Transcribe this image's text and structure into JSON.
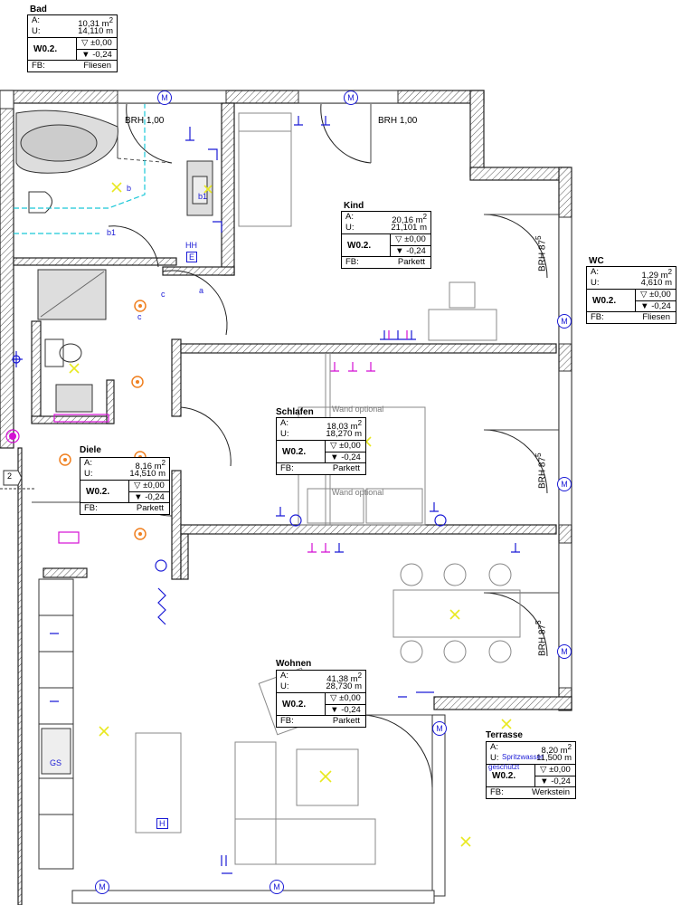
{
  "rooms": {
    "bad": {
      "name": "Bad",
      "area": "10,31",
      "perimeter": "14,110",
      "code": "W0.2.",
      "level_top": "±0,00",
      "level_bottom": "-0,24",
      "floor": "Fliesen",
      "area_unit": "m",
      "area_exp": "2",
      "perim_unit": "m"
    },
    "kind": {
      "name": "Kind",
      "area": "20,16",
      "perimeter": "21,101",
      "code": "W0.2.",
      "level_top": "±0,00",
      "level_bottom": "-0,24",
      "floor": "Parkett",
      "area_unit": "m",
      "area_exp": "2",
      "perim_unit": "m"
    },
    "wc": {
      "name": "WC",
      "area": "1,29",
      "perimeter": "4,610",
      "code": "W0.2.",
      "level_top": "±0,00",
      "level_bottom": "-0,24",
      "floor": "Fliesen",
      "area_unit": "m",
      "area_exp": "2",
      "perim_unit": "m"
    },
    "schlafen": {
      "name": "Schlafen",
      "area": "18,03",
      "perimeter": "18,270",
      "code": "W0.2.",
      "level_top": "±0,00",
      "level_bottom": "-0,24",
      "floor": "Parkett",
      "area_unit": "m",
      "area_exp": "2",
      "perim_unit": "m"
    },
    "diele": {
      "name": "Diele",
      "area": "8,16",
      "perimeter": "14,510",
      "code": "W0.2.",
      "level_top": "±0,00",
      "level_bottom": "-0,24",
      "floor": "Parkett",
      "area_unit": "m",
      "area_exp": "2",
      "perim_unit": "m"
    },
    "wohnen": {
      "name": "Wohnen",
      "area": "41,38",
      "perimeter": "28,730",
      "code": "W0.2.",
      "level_top": "±0,00",
      "level_bottom": "-0,24",
      "floor": "Parkett",
      "area_unit": "m",
      "area_exp": "2",
      "perim_unit": "m"
    },
    "terrasse": {
      "name": "Terrasse",
      "area": "8,20",
      "perimeter": "11,500",
      "code": "W0.2.",
      "level_top": "±0,00",
      "level_bottom": "-0,24",
      "floor": "Werkstein",
      "area_unit": "m",
      "area_exp": "2",
      "perim_unit": "m"
    }
  },
  "labels": {
    "area_key": "A:",
    "perimeter_key": "U:",
    "floor_key": "FB:",
    "brh_1": "BRH 1,00",
    "brh_2": "BRH 1,00",
    "brh_87_1": "BRH  87",
    "brh_87_2": "BRH  87",
    "brh_87_3": "BRH  87",
    "brh_sup": "5",
    "wand_optional_1": "Wand optional",
    "wand_optional_2": "Wand optional",
    "spritzwasser": "Spritzwasser",
    "geschuetzt": "geschützt",
    "section_mark": "2",
    "m": "M",
    "e": "E",
    "h": "H",
    "hh": "HH",
    "gs": "GS",
    "b1": "b1",
    "b": "b",
    "a": "a",
    "c": "c"
  },
  "colors": {
    "electrical": "#1a1ad6",
    "water": "#19c7d8",
    "heating": "#f08020",
    "data": "#d40fd4",
    "lighting": "#e8e820"
  }
}
